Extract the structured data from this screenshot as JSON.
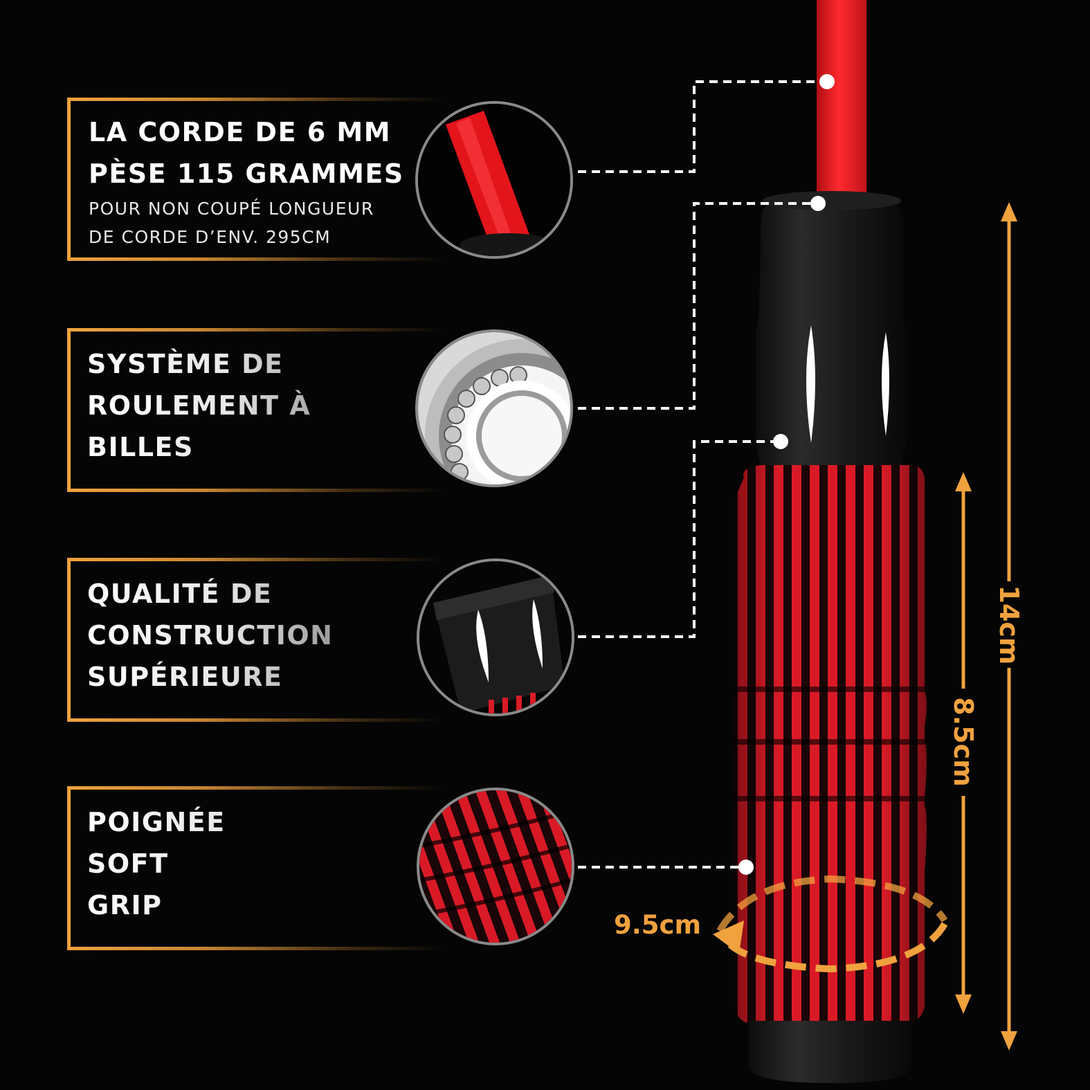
{
  "features": [
    {
      "headline_lines": [
        "LA CORDE DE 6 MM",
        "PÈSE 115 GRAMMES"
      ],
      "sub_lines": [
        "POUR NON COUPÉ LONGUEUR",
        "DE CORDE D’ENV. 295CM"
      ]
    },
    {
      "headline_lines": [
        "SYSTÈME DE",
        "ROULEMENT À",
        "BILLES"
      ]
    },
    {
      "headline_lines": [
        "QUALITÉ DE",
        "CONSTRUCTION",
        "SUPÉRIEURE"
      ]
    },
    {
      "headline_lines": [
        "POIGNÉE",
        "SOFT",
        "GRIP"
      ]
    }
  ],
  "dimensions": {
    "total_length": "14cm",
    "grip_length": "8.5cm",
    "circumference": "9.5cm"
  },
  "colors": {
    "accent": "#f0a23e",
    "rope_red": "#e3151b",
    "background": "#050505"
  },
  "icons": [
    "rope-closeup",
    "ball-bearing-closeup",
    "handle-closeup",
    "foam-grip-closeup"
  ]
}
